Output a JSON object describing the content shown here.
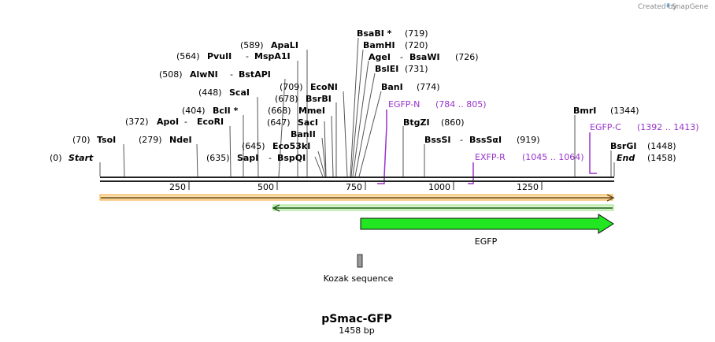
{
  "watermark": {
    "prefix": "Created by",
    "brand": "SnapGene"
  },
  "plasmid": {
    "name": "pSmac-GFP",
    "length_label": "1458 bp"
  },
  "colors": {
    "primer": "#9933cc",
    "egfp": "#22e622",
    "orf_fwd": "#f6a935",
    "orf_rev": "#9ee08a",
    "kozak": "#9a9a9a"
  },
  "ruler": {
    "ticks": [
      "250",
      "500",
      "750",
      "1000",
      "1250"
    ]
  },
  "sites": [
    {
      "pos": "(0)",
      "name": "Start"
    },
    {
      "pos": "(70)",
      "name": "TsoI"
    },
    {
      "pos": "(279)",
      "name": "NdeI"
    },
    {
      "pos": "(372)",
      "name": "ApoI",
      "name2": "EcoRI"
    },
    {
      "pos": "(404)",
      "name": "BclI *"
    },
    {
      "pos": "(448)",
      "name": "ScaI"
    },
    {
      "pos": "(508)",
      "name": "AlwNI",
      "name2": "BstAPI"
    },
    {
      "pos": "(564)",
      "name": "PvuII",
      "name2": "MspA1I"
    },
    {
      "pos": "(589)",
      "name": "ApaLI"
    },
    {
      "pos": "(635)",
      "name": "SapI",
      "name2": "BspQI"
    },
    {
      "pos": "(645)",
      "name": "Eco53kI"
    },
    {
      "name": "BanII"
    },
    {
      "pos": "(647)",
      "name": "SacI"
    },
    {
      "pos": "(668)",
      "name": "MmeI"
    },
    {
      "pos": "(678)",
      "name": "BsrBI"
    },
    {
      "pos": "(709)",
      "name": "EcoNI"
    },
    {
      "name": "BsaBI *",
      "pos": "(719)"
    },
    {
      "name": "BamHI",
      "pos": "(720)"
    },
    {
      "name": "AgeI",
      "name2": "BsaWI",
      "pos": "(726)"
    },
    {
      "name": "BslEI",
      "pos": "(731)"
    },
    {
      "name": "BanI",
      "pos": "(774)"
    },
    {
      "name": "BtgZI",
      "pos": "(860)"
    },
    {
      "name": "BssSI",
      "name2": "BssSαI",
      "pos": "(919)"
    },
    {
      "name": "BmrI",
      "pos": "(1344)"
    },
    {
      "name": "BsrGI",
      "pos": "(1448)"
    },
    {
      "name": "End",
      "pos": "(1458)"
    }
  ],
  "primers": [
    {
      "name": "EGFP-N",
      "range": "(784 .. 805)"
    },
    {
      "name": "EXFP-R",
      "range": "(1045 .. 1064)"
    },
    {
      "name": "EGFP-C",
      "range": "(1392 .. 1413)"
    }
  ],
  "features": [
    {
      "name": "EGFP",
      "start": 714,
      "end": 1433
    },
    {
      "name": "Kozak sequence",
      "start": 704,
      "end": 713
    }
  ],
  "orfs": [
    {
      "direction": "forward",
      "start": 1,
      "end": 1458
    },
    {
      "direction": "reverse",
      "start": 473,
      "end": 1458
    }
  ]
}
